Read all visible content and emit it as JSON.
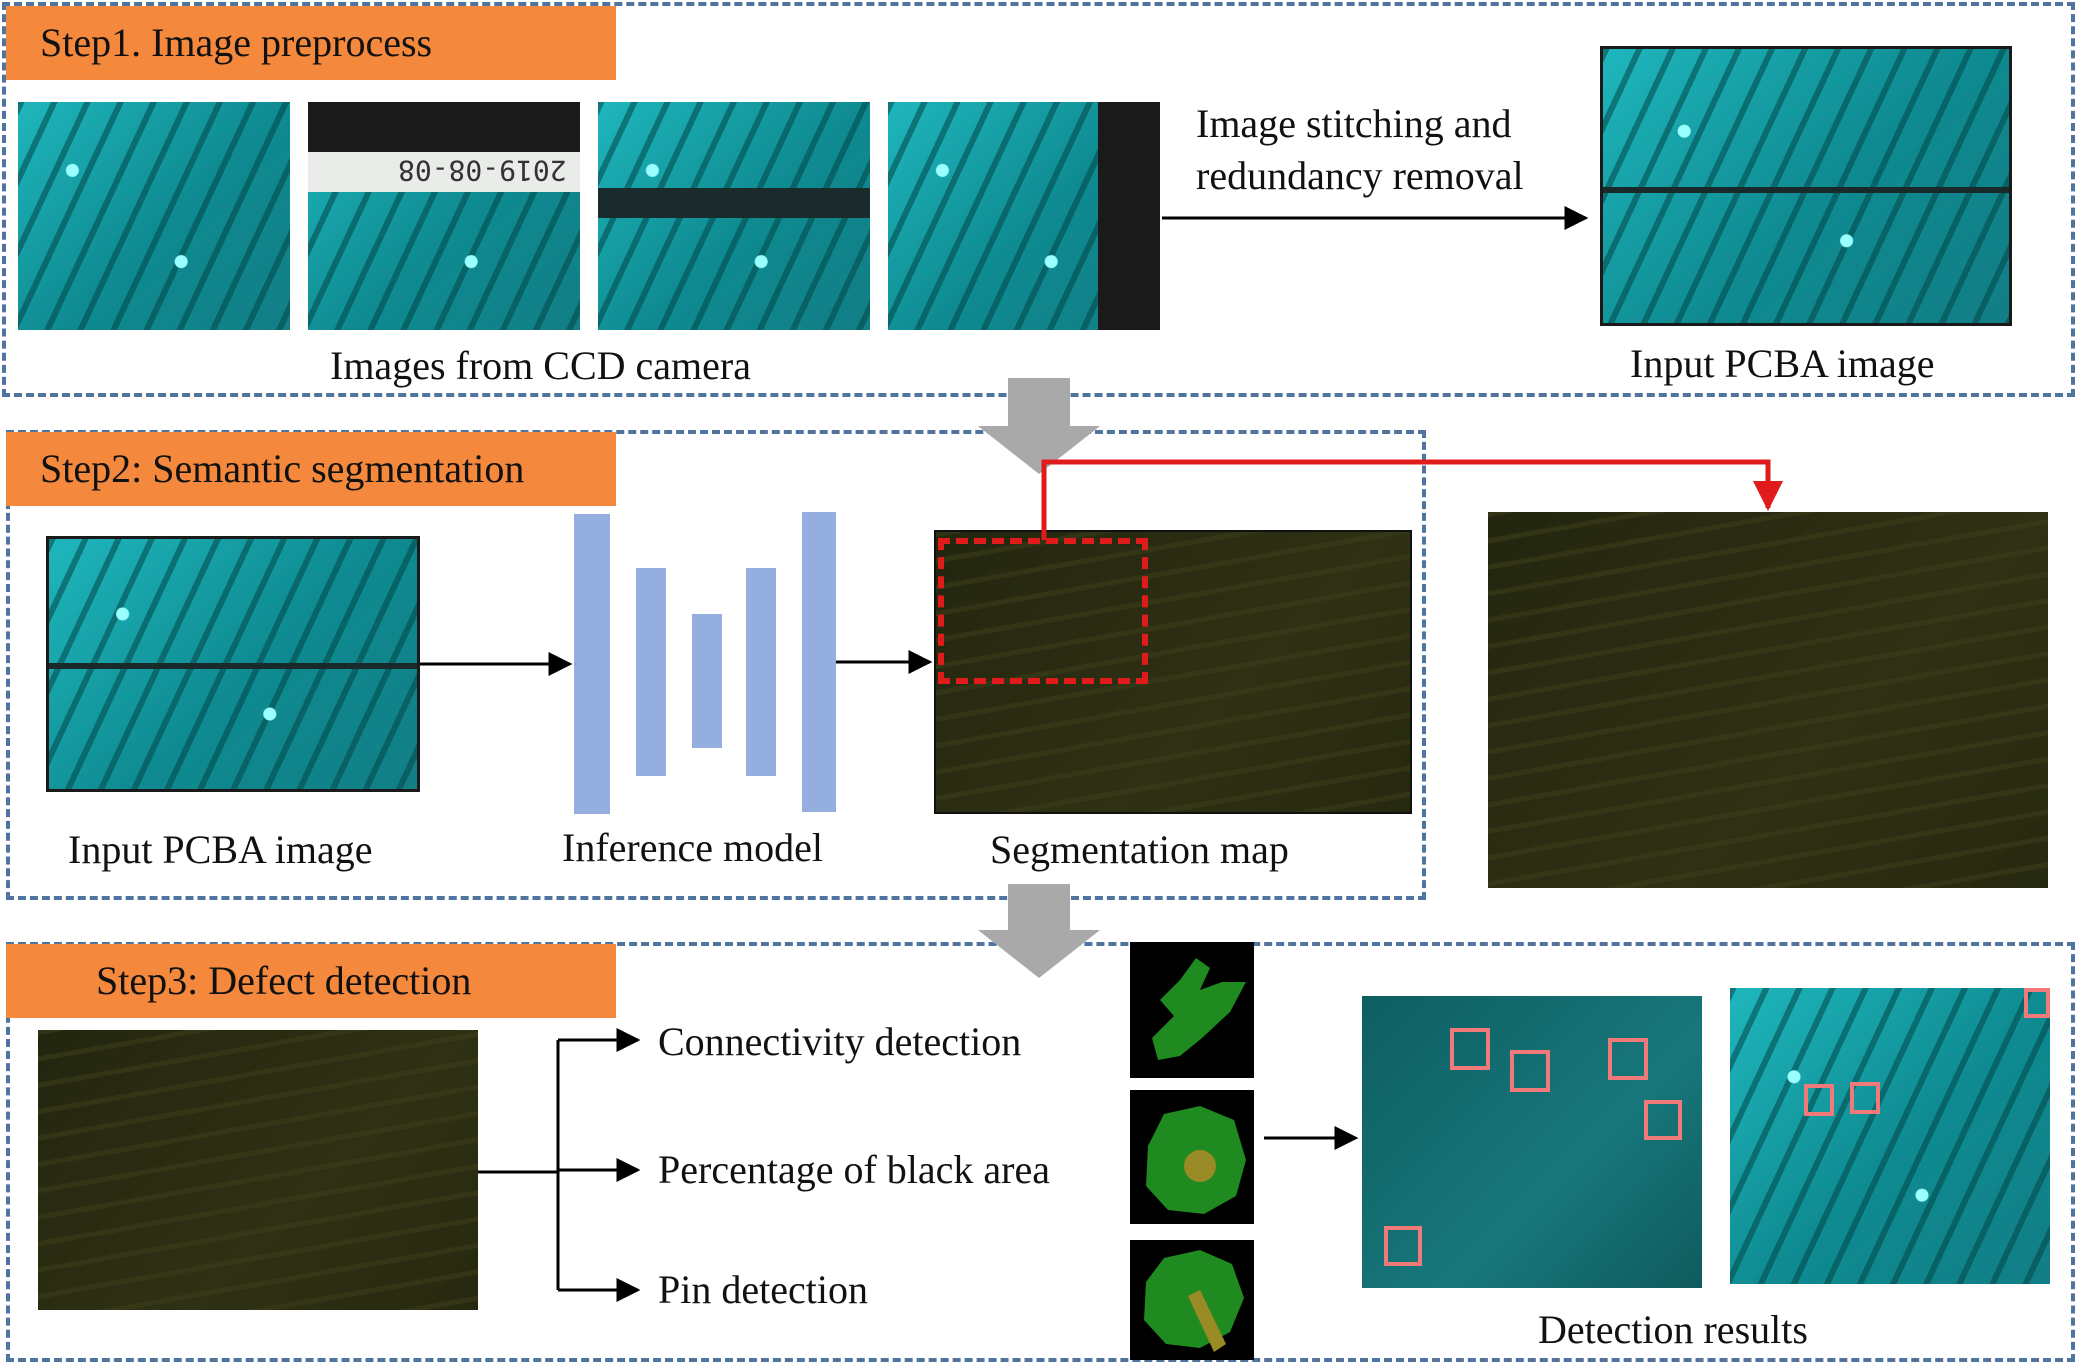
{
  "step1": {
    "label": "Step1. Image preprocess",
    "images_caption": "Images from CCD camera",
    "camera_tile_text": "2019-08-08",
    "arrow_text_line1": "Image stitching and",
    "arrow_text_line2": "redundancy removal",
    "output_caption": "Input PCBA image"
  },
  "step2": {
    "label": "Step2: Semantic segmentation",
    "input_caption": "Input PCBA image",
    "model_caption": "Inference model",
    "output_caption": "Segmentation map"
  },
  "step3": {
    "label": "Step3: Defect detection",
    "checks": [
      "Connectivity detection",
      "Percentage of black area",
      "Pin detection"
    ],
    "results_caption": "Detection results"
  },
  "colors": {
    "panel_border": "#4f74a0",
    "step_label_bg": "#f4883c",
    "model_bar": "#94aedf",
    "flow_arrow": "#a9a9a9",
    "highlight": "#e01b1b",
    "mask_bg": "#000000",
    "mask_green": "#1f8a1f",
    "mask_olive": "#9a8a26"
  }
}
